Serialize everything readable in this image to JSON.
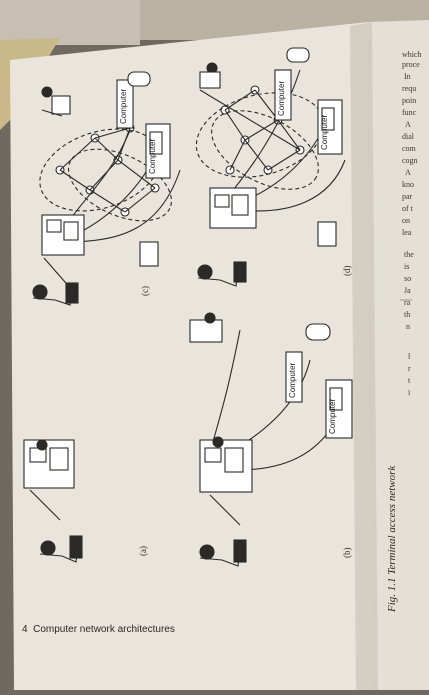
{
  "footer": {
    "page_number": "4",
    "running_title": "Computer network architectures"
  },
  "caption": {
    "figure_label": "Fig. 1.1",
    "figure_title": "Terminal access network"
  },
  "panels": {
    "a": "(a)",
    "b": "(b)",
    "c": "(c)",
    "d": "(d)"
  },
  "box_label": "Computer",
  "right_page_fragments": [
    "which",
    "proce",
    "In",
    "requ",
    "poin",
    "func",
    "A",
    "dial",
    "com",
    "cogn",
    "A",
    "kno",
    "par",
    "of t",
    "on",
    "lea",
    "the",
    "is",
    "so",
    "Ja",
    "ra",
    "th",
    "n",
    "l",
    "r",
    "t",
    "i"
  ]
}
